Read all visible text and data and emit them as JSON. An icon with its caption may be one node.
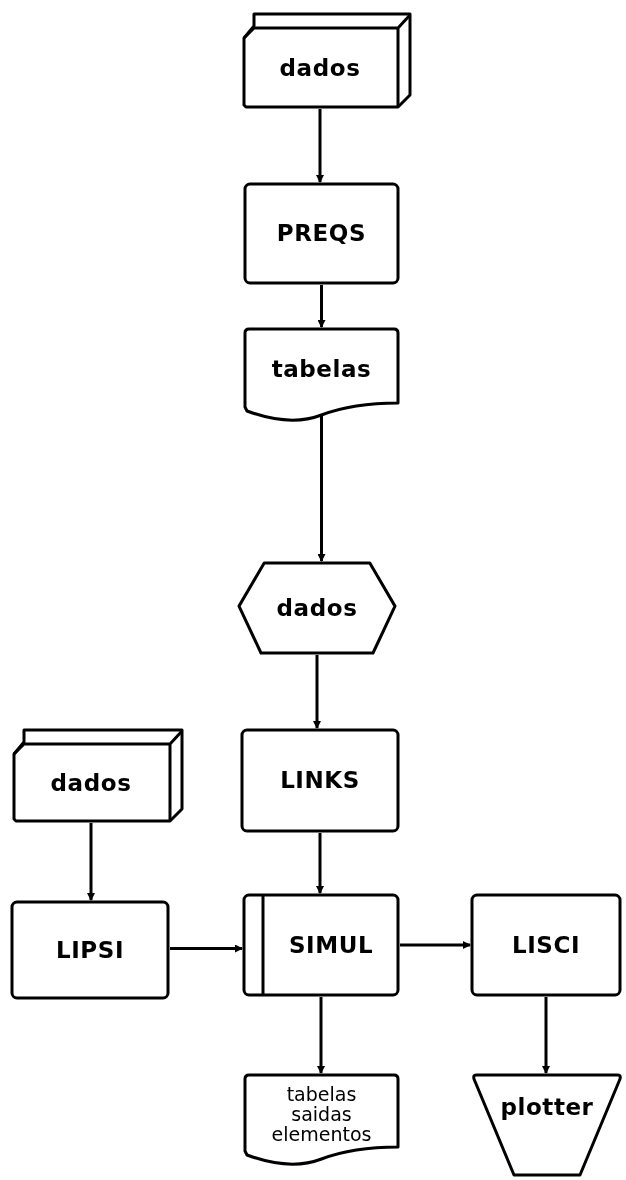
{
  "diagram": {
    "nodes": [
      {
        "text": [
          "dados"
        ]
      },
      {
        "text": [
          "PREQS"
        ]
      },
      {
        "text": [
          "tabelas"
        ]
      },
      {
        "text": [
          "dados"
        ]
      },
      {
        "text": [
          "dados"
        ]
      },
      {
        "text": [
          "LINKS"
        ]
      },
      {
        "text": [
          "LIPSI"
        ]
      },
      {
        "text": [
          "SIMUL"
        ]
      },
      {
        "text": [
          "LISCI"
        ]
      },
      {
        "text": [
          "tabelas saidas elementos"
        ]
      },
      {
        "text": [
          "plotter"
        ]
      }
    ],
    "edges": [
      {
        "from": 0,
        "to": 1,
        "arrow": "to"
      },
      {
        "from": 1,
        "to": 2,
        "arrow": "to"
      },
      {
        "from": 2,
        "to": 3,
        "arrow": "to"
      },
      {
        "from": 3,
        "to": 5,
        "arrow": "to"
      },
      {
        "from": 5,
        "to": 7,
        "arrow": "to"
      },
      {
        "from": 4,
        "to": 6,
        "arrow": "to"
      },
      {
        "from": 6,
        "to": 7,
        "arrow": "to"
      },
      {
        "from": 7,
        "to": 8,
        "arrow": "to"
      },
      {
        "from": 7,
        "to": 9,
        "arrow": "to"
      },
      {
        "from": 8,
        "to": 10,
        "arrow": "to"
      }
    ]
  }
}
